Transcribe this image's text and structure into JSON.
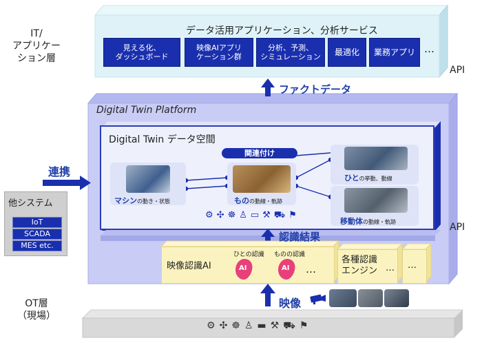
{
  "left_labels": {
    "it": "IT/\nアプリケー\nション層",
    "ot": "OT層\n（現場）"
  },
  "api_labels": {
    "top": "API",
    "middle": "API"
  },
  "services": {
    "title": "データ活用アプリケーション、分析サービス",
    "items": [
      "見える化、\nダッシュボード",
      "映像AIアプリ\nケーション群",
      "分析、予測、\nシミュレーション",
      "最適化",
      "業務アプリ"
    ],
    "more": "…"
  },
  "flows": {
    "fact_data": "ファクトデータ",
    "recognition_result": "認識結果",
    "video": "映像",
    "link": "連携"
  },
  "platform": {
    "title": "Digital Twin Platform",
    "space_title": "Digital Twin データ空間",
    "relate_label": "関連付け",
    "machine": {
      "name": "マシン",
      "suffix": "の動き・状態"
    },
    "goods": {
      "name": "もの",
      "suffix": "の動線・軌跡"
    },
    "person": {
      "name": "ひと",
      "suffix": "の挙動、動線"
    },
    "mobile": {
      "name": "移動体",
      "suffix": "の動線・軌跡"
    }
  },
  "other_systems": {
    "title": "他システム",
    "items": [
      "IoT",
      "SCADA",
      "MES etc."
    ]
  },
  "engines": {
    "video_ai": "映像認識AI",
    "person_recog": "ひとの認識",
    "goods_recog": "ものの認識",
    "ai_badge": "AI",
    "more": "…",
    "various": "各種認識\nエンジン"
  },
  "colors": {
    "platform_bg": "#c9cdf5",
    "platform_top": "#b3b8ef",
    "accent_blue": "#1a2fae",
    "flow_blue": "#1f3fa8",
    "service_bg": "#dff2f7",
    "ai_pink": "#e8407a",
    "yellow": "#fbf3bf",
    "ot_gray": "#d9d9d9"
  }
}
